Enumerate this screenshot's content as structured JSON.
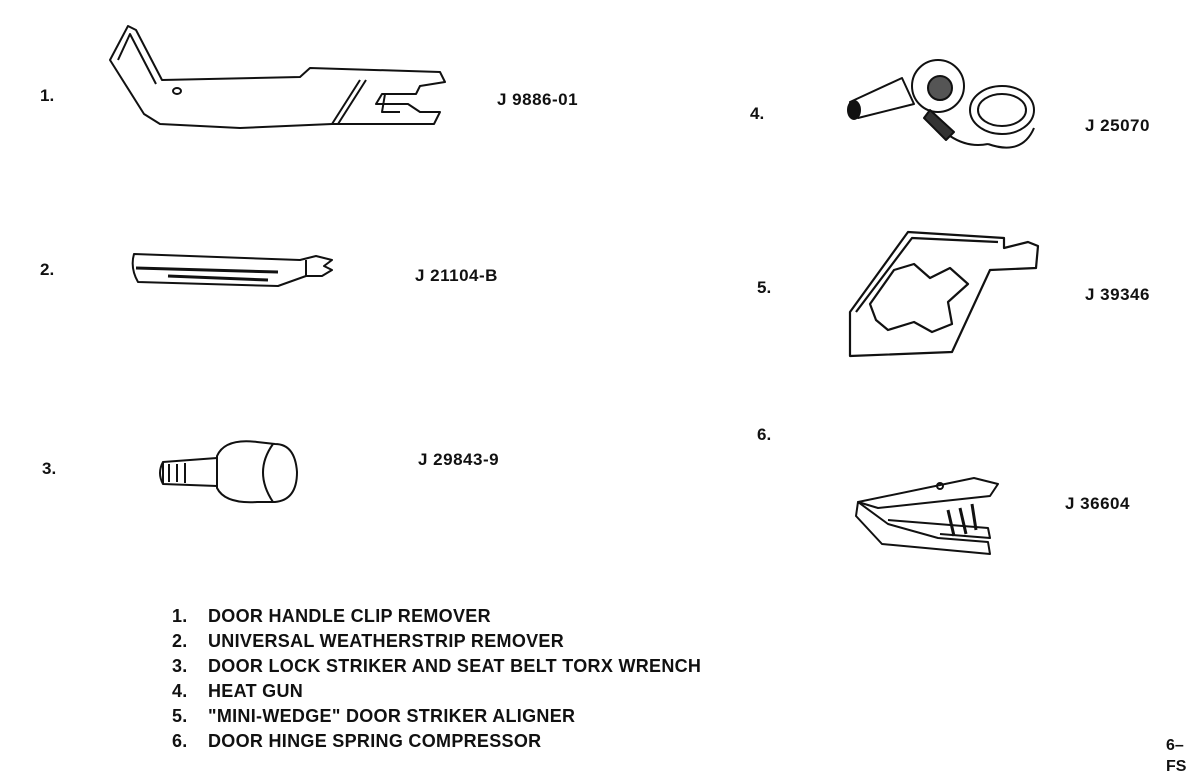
{
  "tools": [
    {
      "number": "1.",
      "part_no": "J 9886-01",
      "name": "DOOR HANDLE CLIP REMOVER"
    },
    {
      "number": "2.",
      "part_no": "J 21104-B",
      "name": "UNIVERSAL WEATHERSTRIP REMOVER"
    },
    {
      "number": "3.",
      "part_no": "J 29843-9",
      "name": "DOOR LOCK STRIKER AND SEAT BELT TORX WRENCH"
    },
    {
      "number": "4.",
      "part_no": "J 25070",
      "name": "HEAT GUN"
    },
    {
      "number": "5.",
      "part_no": "J 39346",
      "name": "\"MINI-WEDGE\" DOOR STRIKER ALIGNER"
    },
    {
      "number": "6.",
      "part_no": "J 36604",
      "name": "DOOR HINGE SPRING COMPRESSOR"
    }
  ],
  "corner_code": {
    "line1": "6–",
    "line2": "FS"
  }
}
